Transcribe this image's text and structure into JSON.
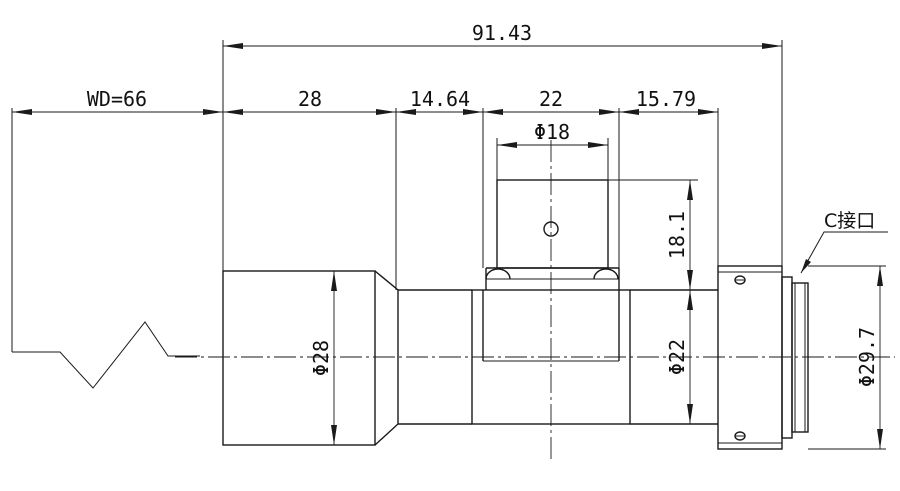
{
  "drawing": {
    "dimensions": {
      "overall_length": "91.43",
      "working_distance": "WD=66",
      "front_length": "28",
      "section_2": "14.64",
      "section_3": "22",
      "section_4": "15.79",
      "top_diameter": "Φ18",
      "top_height": "18.1",
      "front_diameter": "Φ28",
      "body_diameter": "Φ22",
      "mount_diameter": "Φ29.7"
    },
    "mount_label": "C接口"
  }
}
